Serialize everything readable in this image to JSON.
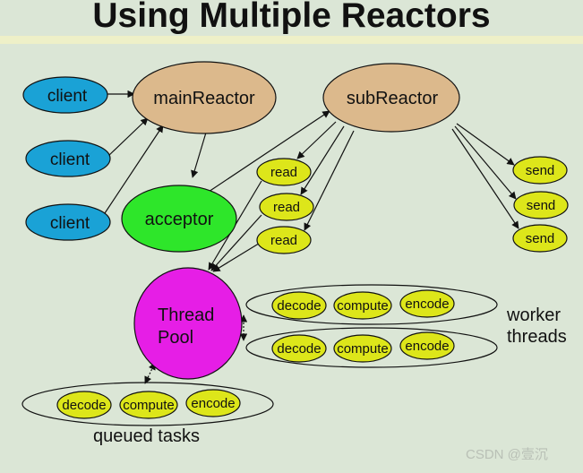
{
  "title": "Using Multiple Reactors",
  "nodes": {
    "client_1": "client",
    "client_2": "client",
    "client_3": "client",
    "main_reactor": "mainReactor",
    "sub_reactor": "subReactor",
    "acceptor": "acceptor",
    "read_1": "read",
    "read_2": "read",
    "read_3": "read",
    "send_1": "send",
    "send_2": "send",
    "send_3": "send",
    "thread_pool_line1": "Thread",
    "thread_pool_line2": "Pool"
  },
  "worker_row_1": {
    "decode": "decode",
    "compute": "compute",
    "encode": "encode"
  },
  "worker_row_2": {
    "decode": "decode",
    "compute": "compute",
    "encode": "encode"
  },
  "queued_row": {
    "decode": "decode",
    "compute": "compute",
    "encode": "encode"
  },
  "labels": {
    "worker_threads_line1": "worker",
    "worker_threads_line2": "threads",
    "queued_tasks": "queued tasks"
  },
  "watermark": "CSDN @壹沉",
  "colors": {
    "background": "#dbe6d6",
    "client_fill": "#1aa2d6",
    "reactor_fill": "#dcb98c",
    "acceptor_fill": "#2ee62a",
    "small_node_fill": "#dde61a",
    "thread_pool_fill": "#e61ee6"
  }
}
